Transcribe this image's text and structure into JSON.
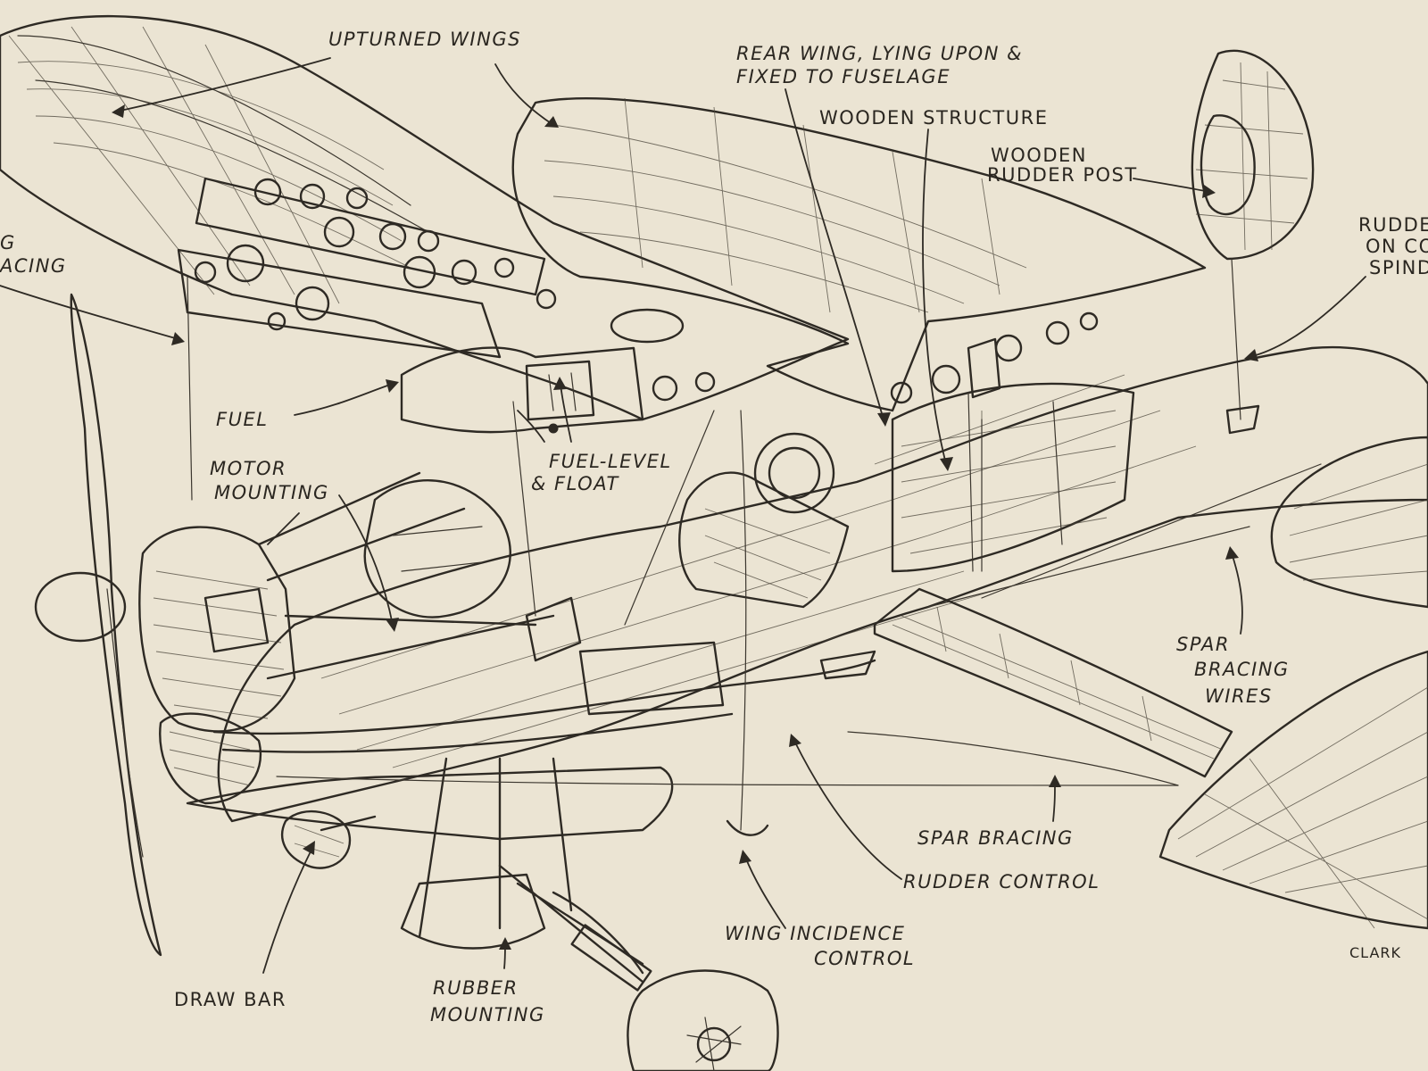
{
  "labels": {
    "upturned_wings": "UPTURNED WINGS",
    "rear_wing_line1": "REAR WING, LYING UPON &",
    "rear_wing_line2": "FIXED TO FUSELAGE",
    "wooden_structure": "WOODEN STRUCTURE",
    "rudder_post_line1": "WOODEN",
    "rudder_post_line2": "RUDDER POST",
    "rudder_line1": "RUDDE",
    "rudder_line2": "ON CO",
    "rudder_line3": "SPIND",
    "bracing_line1": "G",
    "bracing_line2": "ACING",
    "fuel": "FUEL",
    "fuel_level_line1": "FUEL-LEVEL",
    "fuel_level_line2": "& FLOAT",
    "motor_mounting_line1": "MOTOR",
    "motor_mounting_line2": "MOUNTING",
    "spar_bracing_wires_line1": "SPAR",
    "spar_bracing_wires_line2": "BRACING",
    "spar_bracing_wires_line3": "WIRES",
    "spar_bracing": "SPAR BRACING",
    "rudder_control": "RUDDER CONTROL",
    "wing_incidence_line1": "WING INCIDENCE",
    "wing_incidence_line2": "CONTROL",
    "draw_bar": "DRAW BAR",
    "rubber_mounting_line1": "RUBBER",
    "rubber_mounting_line2": "MOUNTING",
    "signature": "CLARK"
  },
  "colors": {
    "paper": "#ebe4d3",
    "ink": "#2e2a24"
  }
}
